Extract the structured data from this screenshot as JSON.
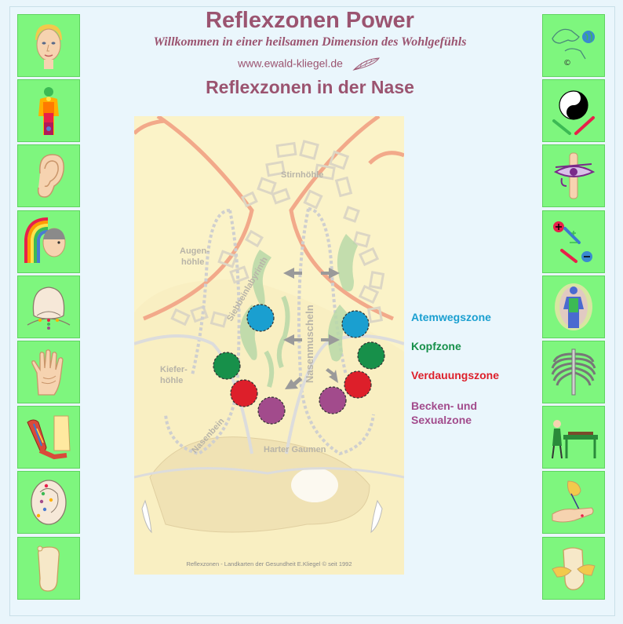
{
  "header": {
    "title": "Reflexzonen Power",
    "subtitle": "Willkommen in einer heilsamen Dimension des Wohlgefühls",
    "url": "www.ewald-kliegel.de"
  },
  "diagram": {
    "heading": "Reflexzonen in der Nase",
    "labels": {
      "stirnhoehle": "Stirnhöhle",
      "augen_line1": "Augen-",
      "augen_line2": "höhle",
      "siebbein": "Siebbeinlabyrinth",
      "nasenmuscheln": "Nasenmuscheln",
      "kiefer_line1": "Kiefer-",
      "kiefer_line2": "höhle",
      "nasenbein": "Nasenbein",
      "harter_gaumen": "Harter Gaumen"
    },
    "footer": "Reflexzonen - Landkarten der Gesundheit  E.Kliegel  © seit 1992"
  },
  "legend": [
    {
      "label": "Atemwegszone",
      "color": "#1a9fd0"
    },
    {
      "label": "Kopfzone",
      "color": "#17904a"
    },
    {
      "label": "Verdauungszone",
      "color": "#dd1f2a"
    },
    {
      "label_line1": "Becken- und",
      "label_line2": "Sexualzone",
      "color": "#a24b8c"
    }
  ],
  "sidebar_left": [
    {
      "icon": "face-icon"
    },
    {
      "icon": "chakra-body-icon"
    },
    {
      "icon": "ear-icon"
    },
    {
      "icon": "head-rainbow-icon"
    },
    {
      "icon": "back-of-head-icon"
    },
    {
      "icon": "hand-palm-icon"
    },
    {
      "icon": "arm-muscle-icon"
    },
    {
      "icon": "ear-points-icon"
    },
    {
      "icon": "foot-sole-icon"
    }
  ],
  "sidebar_right": [
    {
      "icon": "hand-globe-icon",
      "mark": "©"
    },
    {
      "icon": "yin-yang-icon"
    },
    {
      "icon": "eye-of-horus-icon"
    },
    {
      "icon": "plus-minus-icon"
    },
    {
      "icon": "aura-body-icon"
    },
    {
      "icon": "rib-cage-icon"
    },
    {
      "icon": "treatment-table-icon"
    },
    {
      "icon": "acupuncture-hand-icon"
    },
    {
      "icon": "foot-massage-icon"
    }
  ]
}
